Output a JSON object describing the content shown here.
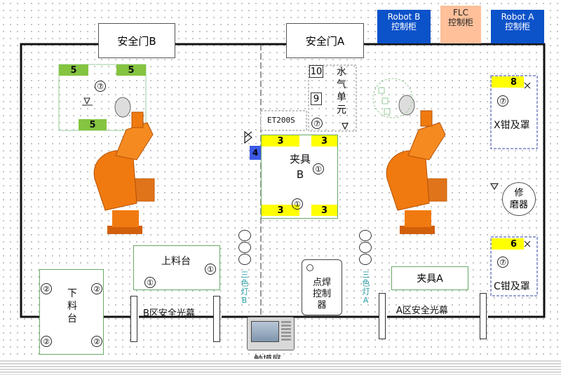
{
  "cabinets": {
    "robot_b": "Robot B\n控制柜",
    "flc": "FLC\n控制柜",
    "robot_a": "Robot A\n控制柜"
  },
  "doors": {
    "door_b": "安全门B",
    "door_a": "安全门A"
  },
  "fixture_b": {
    "title": "夹具\nB",
    "corner_numbers": [
      "3",
      "3",
      "3",
      "3"
    ],
    "circle_top": "①",
    "circle_bottom": "①"
  },
  "gripper_tool_b": {
    "corner_numbers": [
      "5",
      "5",
      "5"
    ],
    "circle": "⑦"
  },
  "water_gas_unit": {
    "label": "水\n气\n单\n元",
    "numbers": [
      "10",
      "9"
    ],
    "circle": "⑦"
  },
  "et200s": "ET200S",
  "station_4": "4",
  "x_clamp": {
    "number": "8",
    "circle": "⑦",
    "label": "X钳及罩"
  },
  "c_clamp": {
    "number": "6",
    "circle": "⑦",
    "label": "C钳及罩"
  },
  "dresser": "修\n磨器",
  "loading_table": {
    "label": "上料台",
    "circles": [
      "①",
      "①"
    ]
  },
  "unloading_table": {
    "label": "下\n料\n台",
    "circles": [
      "②",
      "②",
      "②",
      "②"
    ]
  },
  "fixture_a": "夹具A",
  "spot_weld_controller": "点焊\n控制\n器",
  "tricolor_lamp_b": "三色灯B",
  "tricolor_lamp_a": "三色灯A",
  "light_curtain_b": "B区安全光幕",
  "light_curtain_a": "A区安全光幕",
  "touch_screen": "触摸屏",
  "colors": {
    "cabinet_blue": "#0c52c9",
    "flc_orange": "#ffc09a",
    "marker_yellow": "#ffff00",
    "marker_green": "#84c441",
    "robot_orange": "#f07a10",
    "station_blue": "#3c5ae8"
  }
}
